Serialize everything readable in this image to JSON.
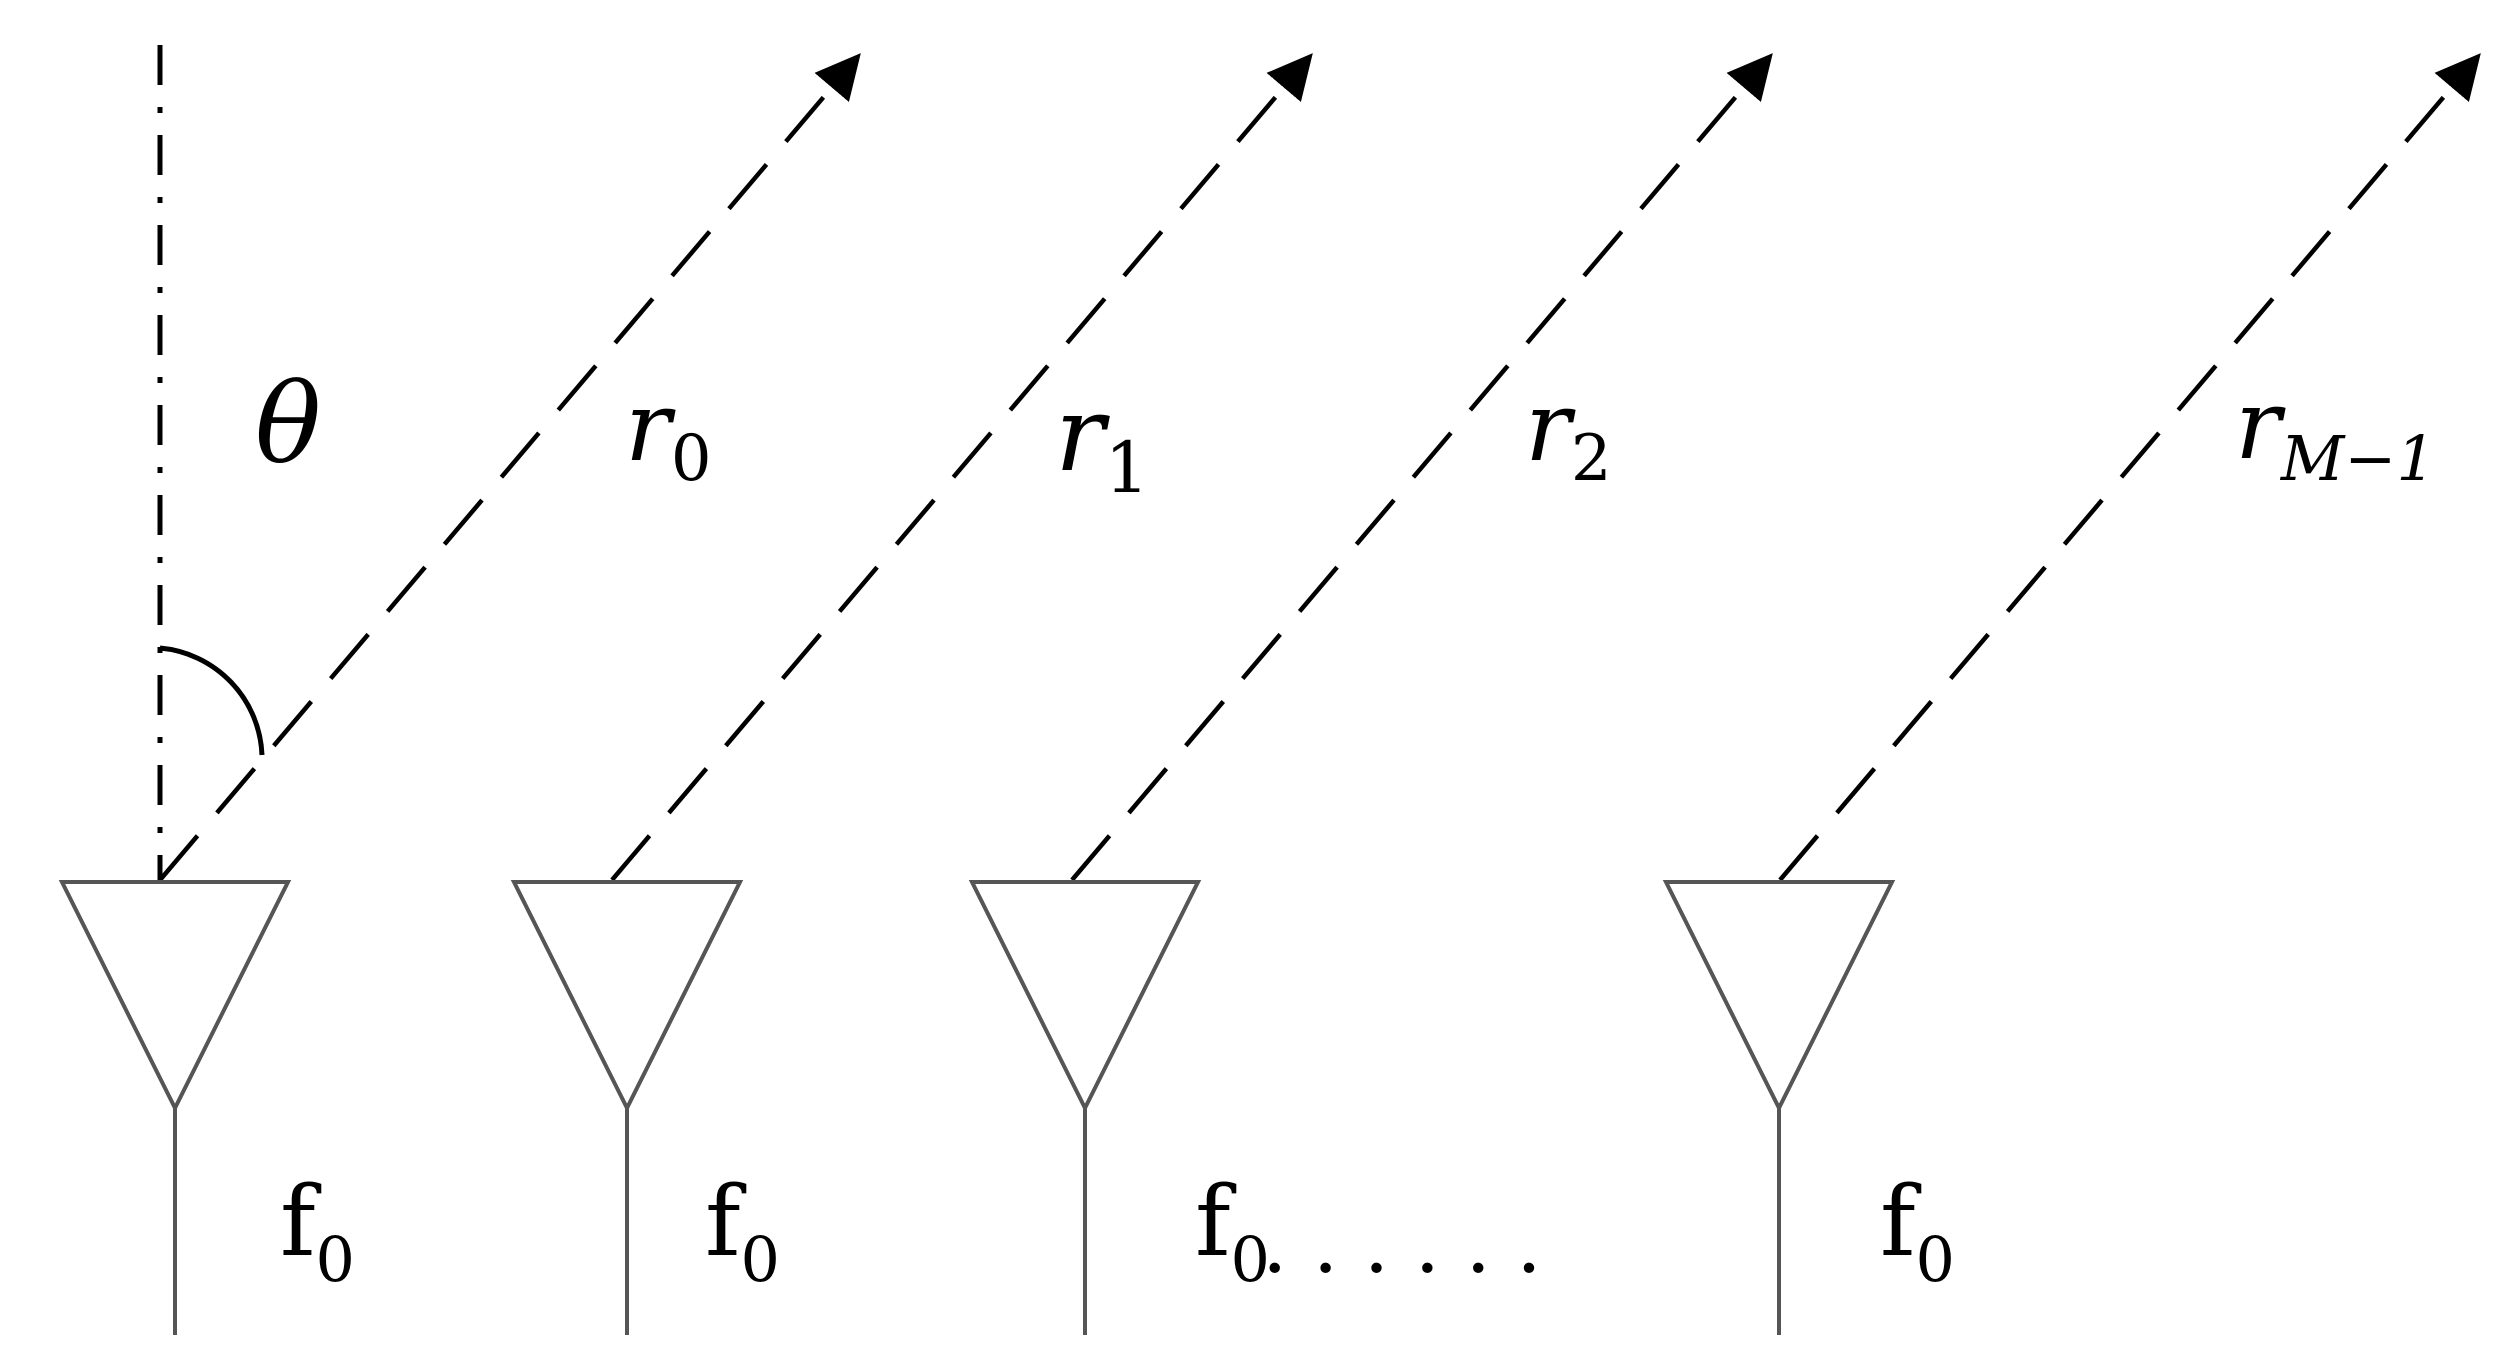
{
  "angle_label": "θ",
  "antennas": [
    {
      "ray_symbol": "r",
      "ray_subscript": "0",
      "freq_symbol": "f",
      "freq_subscript": "0"
    },
    {
      "ray_symbol": "r",
      "ray_subscript": "1",
      "freq_symbol": "f",
      "freq_subscript": "0"
    },
    {
      "ray_symbol": "r",
      "ray_subscript": "2",
      "freq_symbol": "f",
      "freq_subscript": "0"
    },
    {
      "ray_symbol": "r",
      "ray_subscript": "M−1",
      "freq_symbol": "f",
      "freq_subscript": "0"
    }
  ],
  "ellipsis": ". . . . . .",
  "colors": {
    "stroke": "#000000",
    "antenna_fill": "#ffffff",
    "antenna_stroke": "#555555",
    "background": "#ffffff"
  }
}
